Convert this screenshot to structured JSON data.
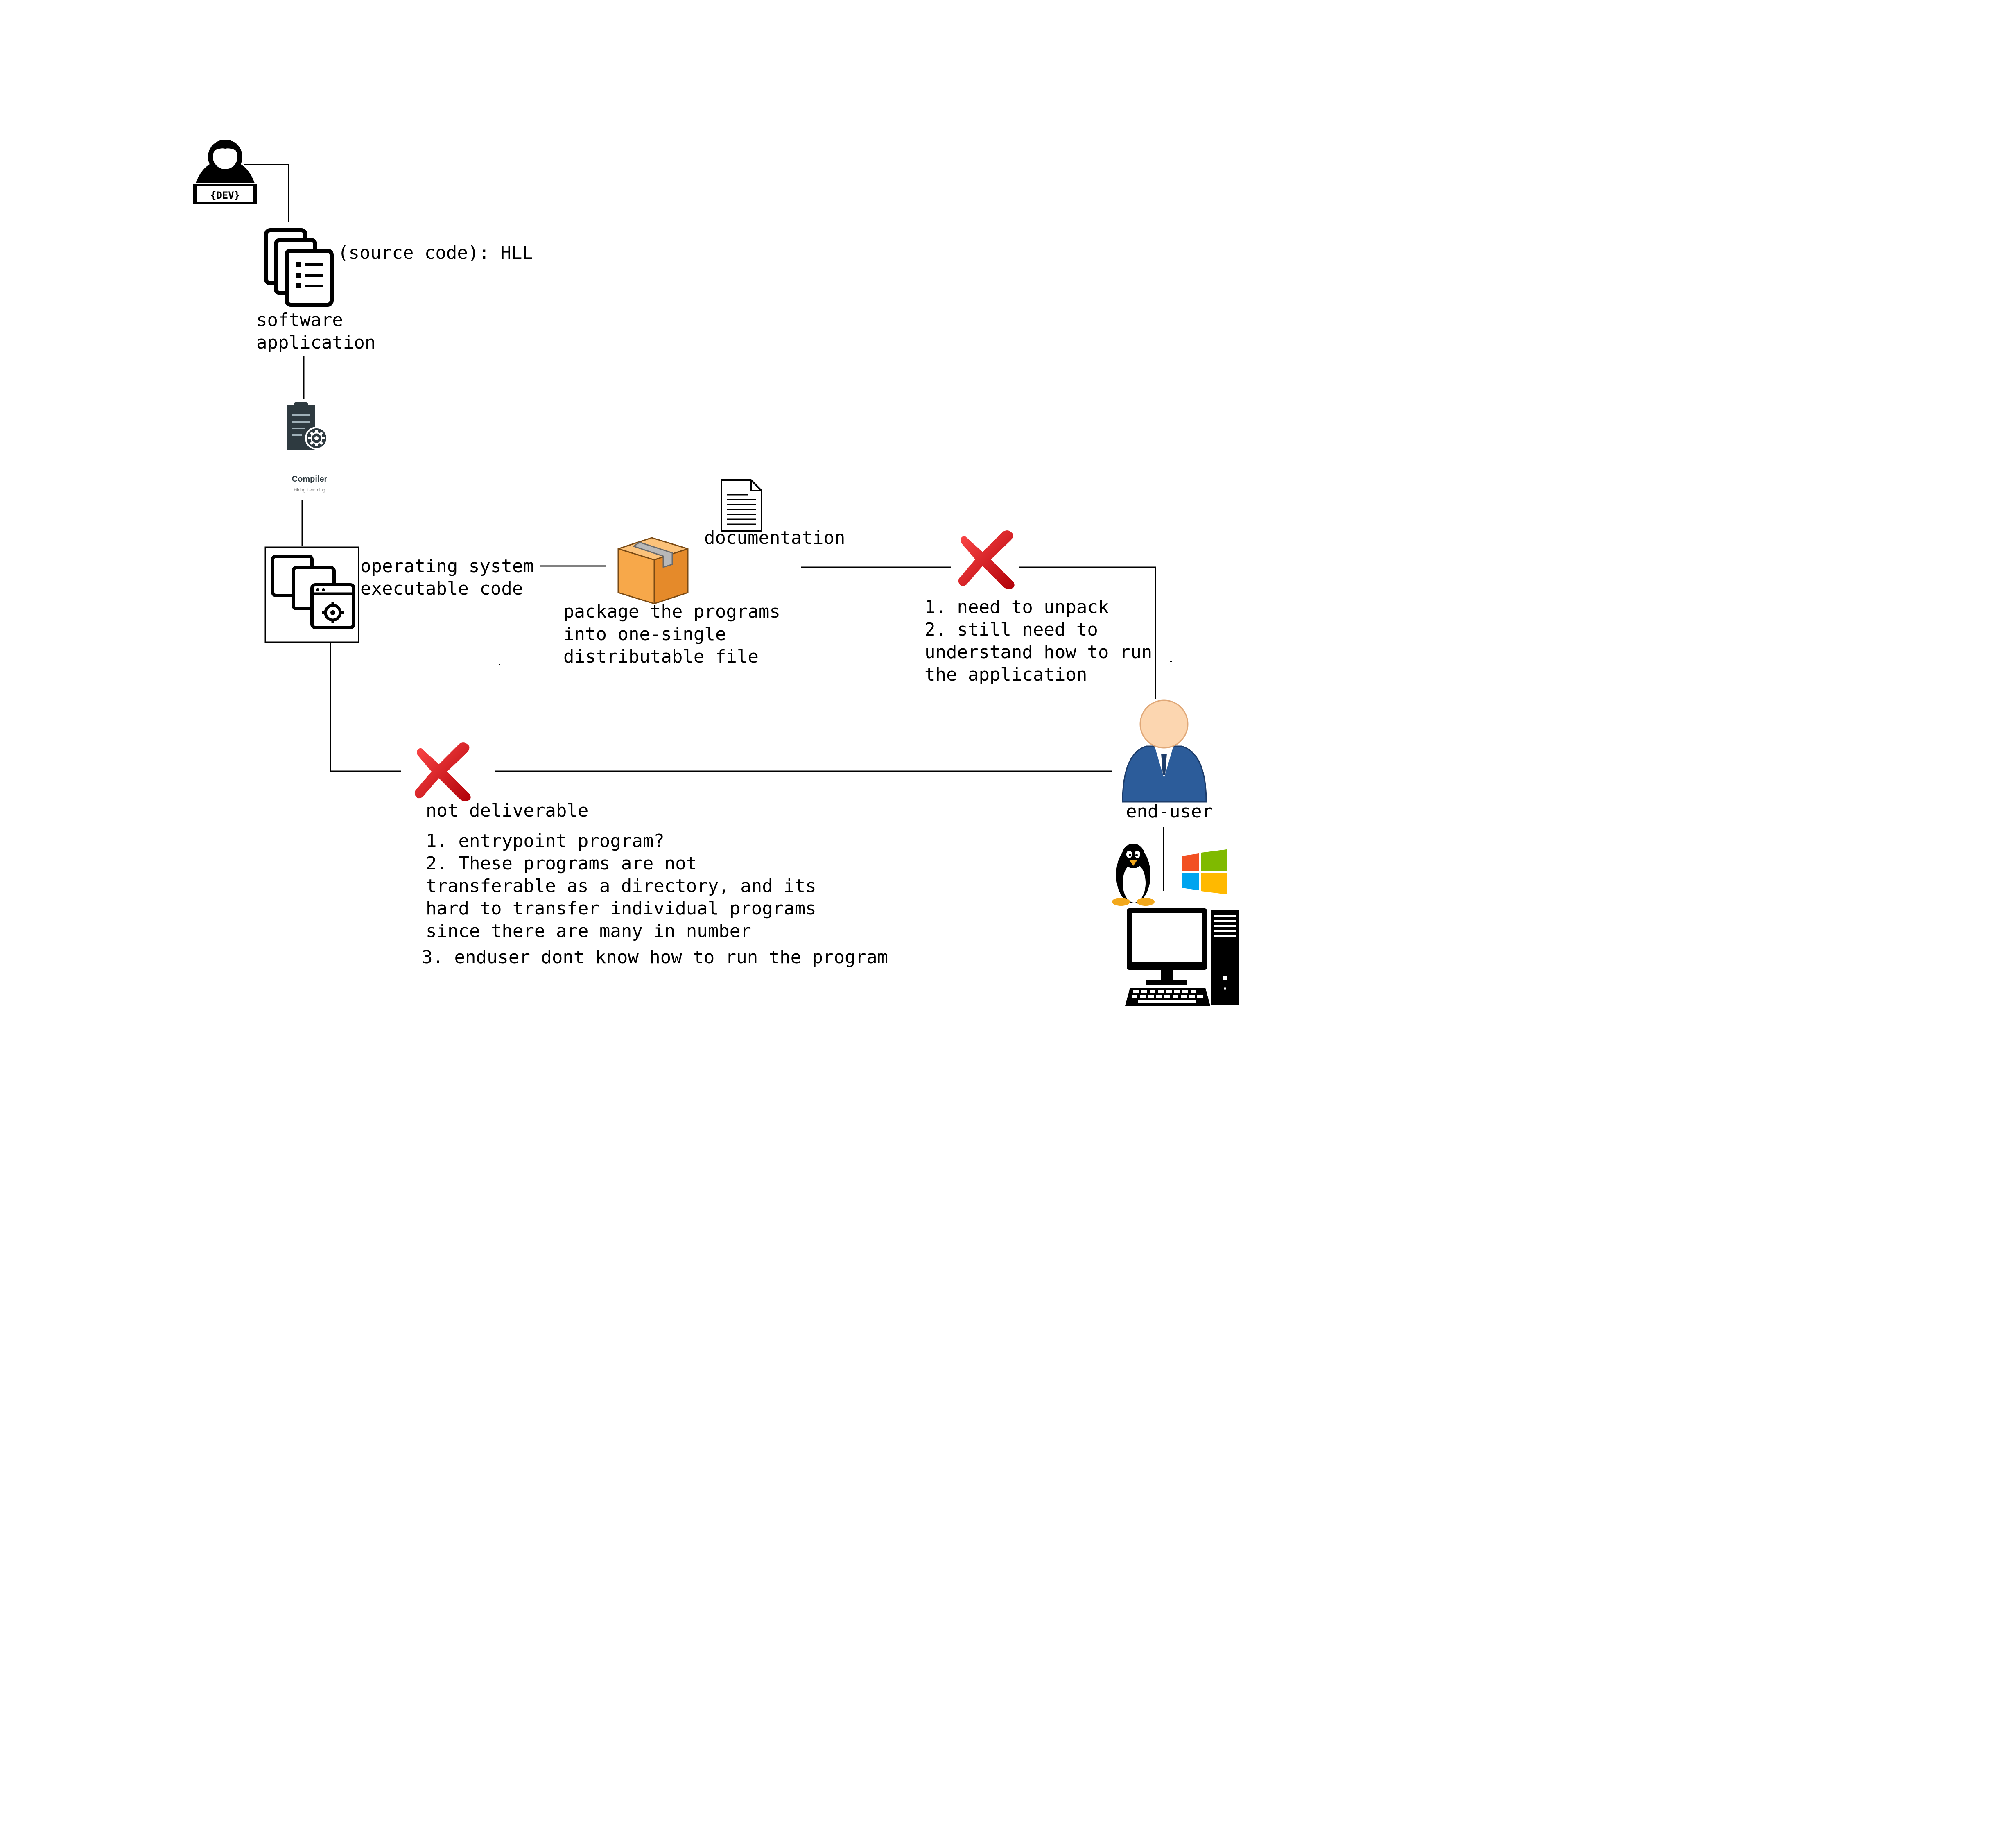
{
  "developer": {
    "icon": "developer-icon",
    "badge": "{DEV}"
  },
  "source": {
    "icon": "documents-icon",
    "note": "(source code): HLL",
    "label_line1": "software",
    "label_line2": "application"
  },
  "compiler": {
    "icon": "compiler-icon",
    "title": "Compiler",
    "subtitle": "Hiring Lemming"
  },
  "executable": {
    "icon": "executable-settings-icon",
    "label_line1": "operating system",
    "label_line2": "executable code"
  },
  "package": {
    "icon": "package-box-icon",
    "label_line1": "package the programs",
    "label_line2": "into one-single",
    "label_line3": "distributable file"
  },
  "documentation": {
    "icon": "document-icon",
    "label": "documentation"
  },
  "package_problems": {
    "icon": "red-cross-icon",
    "lines": [
      "1. need to unpack",
      "2. still need to",
      "understand how to run",
      "the application"
    ]
  },
  "direct_problems": {
    "icon": "red-cross-icon",
    "title": "not deliverable",
    "lines": [
      "1. entrypoint program?",
      "2. These programs are not",
      "transferable as a directory, and its",
      "hard to transfer individual programs",
      "since there are many in number"
    ],
    "line3": "3. enduser dont know how to run the program"
  },
  "end_user": {
    "icon": "business-user-icon",
    "label": "end-user",
    "os_icons": [
      "linux-tux-icon",
      "windows-logo-icon"
    ],
    "computer_icon": "desktop-computer-icon"
  },
  "colors": {
    "cross_red": "#d8141c",
    "box_orange": "#f7a84a",
    "user_blue": "#2c5c9a",
    "skin": "#fcd6b0",
    "win_red": "#f25022",
    "win_green": "#7fba00",
    "win_blue": "#00a4ef",
    "win_yellow": "#ffb900"
  }
}
